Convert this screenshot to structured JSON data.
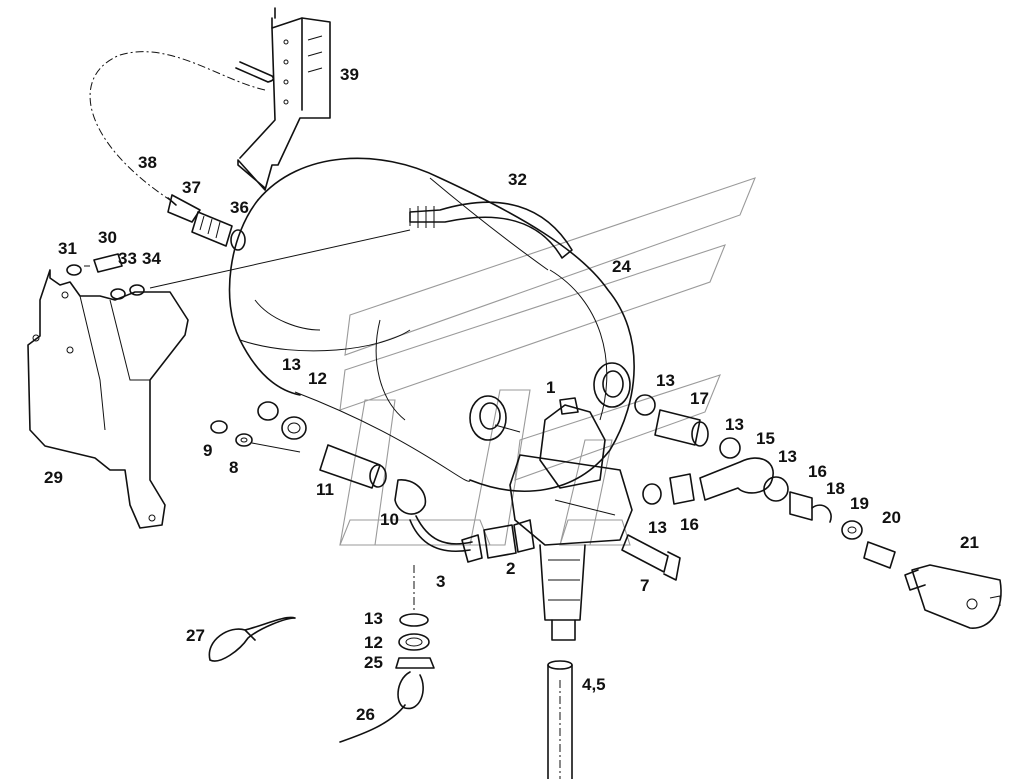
{
  "labels": {
    "l1": "1",
    "l2": "2",
    "l3": "3",
    "l45": "4,5",
    "l7": "7",
    "l8": "8",
    "l9": "9",
    "l10": "10",
    "l11": "11",
    "l12a": "12",
    "l12b": "12",
    "l13a": "13",
    "l13b": "13",
    "l13c": "13",
    "l13d": "13",
    "l13e": "13",
    "l13f": "13",
    "l15": "15",
    "l16a": "16",
    "l16b": "16",
    "l17": "17",
    "l18": "18",
    "l19": "19",
    "l20": "20",
    "l21": "21",
    "l24": "24",
    "l25": "25",
    "l26": "26",
    "l27": "27",
    "l29": "29",
    "l30": "30",
    "l31": "31",
    "l32": "32",
    "l33": "33",
    "l34": "34",
    "l36": "36",
    "l37": "37",
    "l38": "38",
    "l39": "39"
  }
}
